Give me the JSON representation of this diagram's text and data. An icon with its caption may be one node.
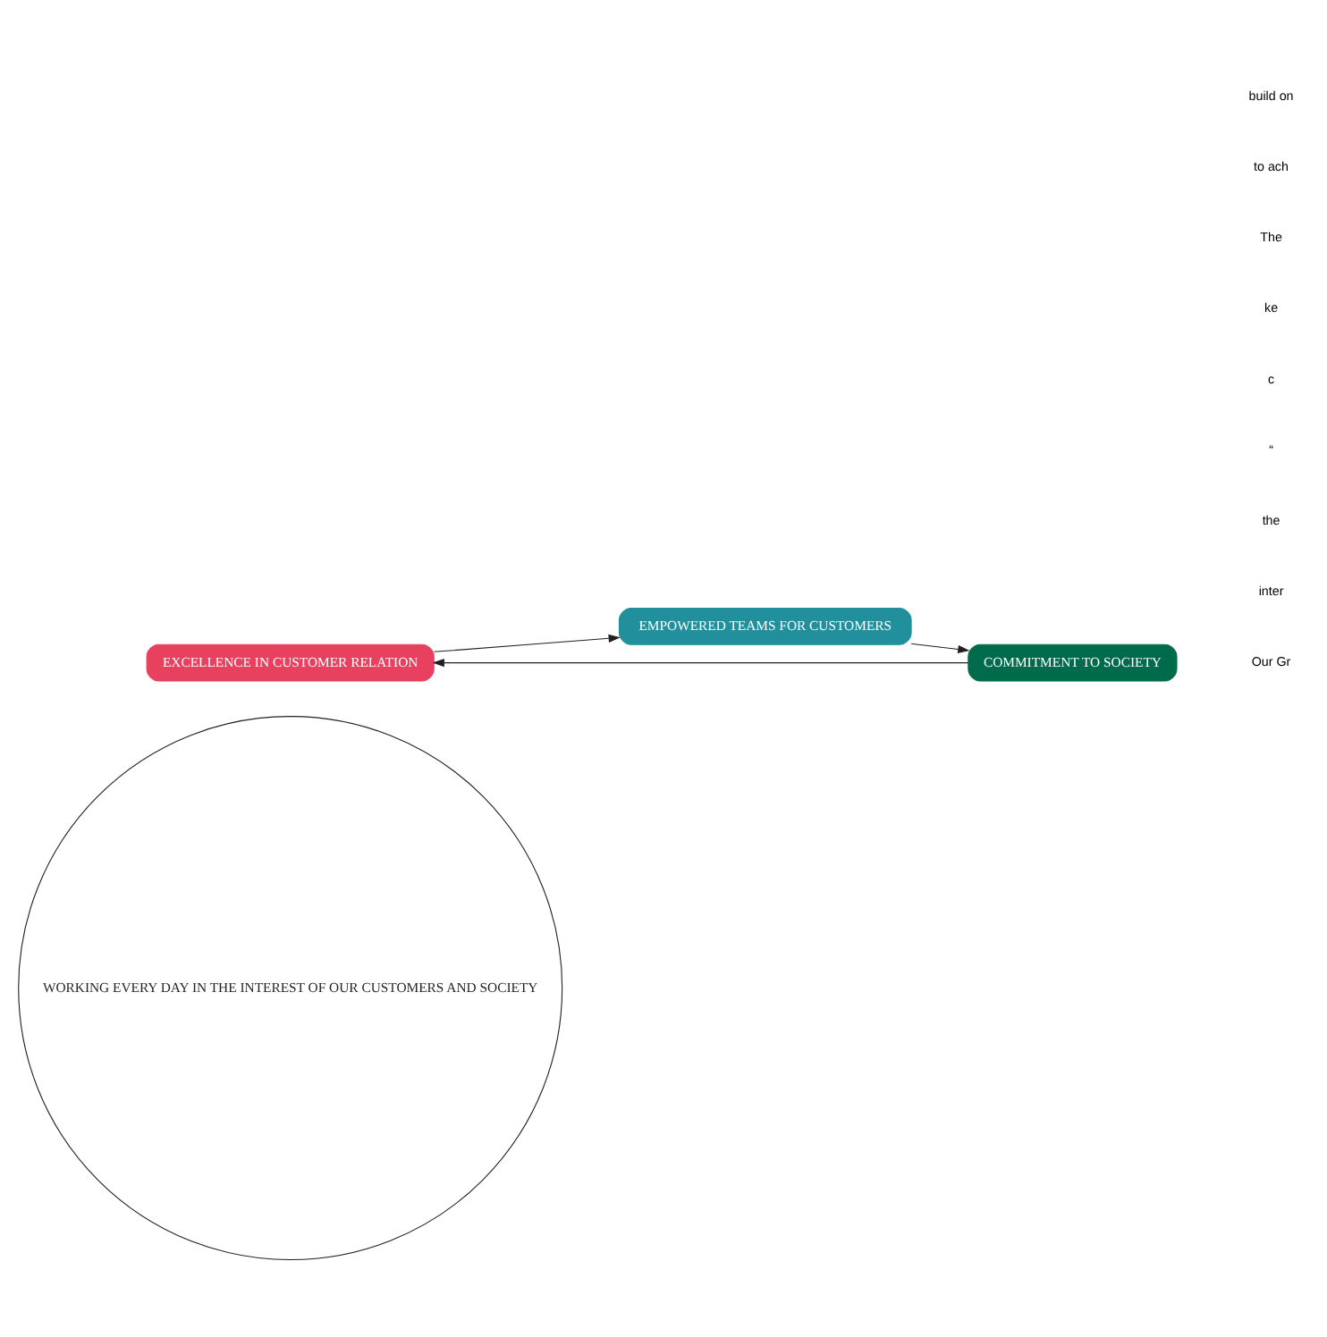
{
  "diagram": {
    "nodes": [
      {
        "text": [
          "WORKING EVERY DAY IN THE INTEREST OF OUR CUSTOMERS AND SOCIETY"
        ]
      },
      {
        "text": [
          "EXCELLENCE IN CUSTOMER RELATION"
        ]
      },
      {
        "text": [
          "EMPOWERED TEAMS FOR CUSTOMERS"
        ]
      },
      {
        "text": [
          "COMMITMENT TO SOCIETY"
        ]
      }
    ],
    "edges": [
      {
        "from": 1,
        "to": 2,
        "arrow": "to"
      },
      {
        "from": 2,
        "to": 3,
        "arrow": "to"
      },
      {
        "from": 3,
        "to": 1,
        "arrow": "to"
      }
    ],
    "labels": [
      "Our Gr",
      "inter",
      "the",
      "“",
      "c",
      "ke",
      "The",
      "to ach",
      "build on"
    ]
  }
}
